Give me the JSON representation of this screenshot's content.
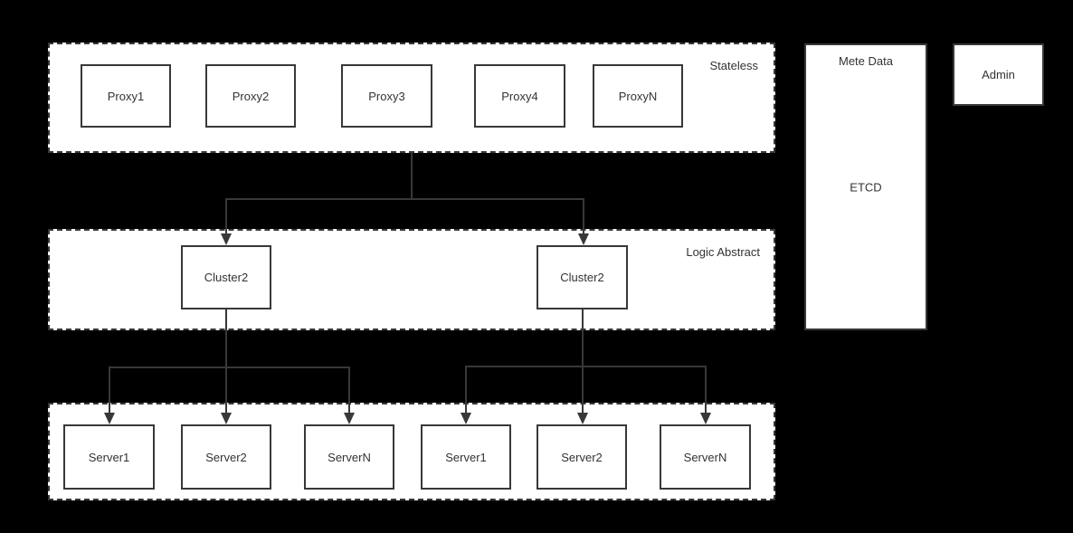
{
  "colors": {
    "background": "#000000",
    "panel_fill": "#ffffff",
    "line": "#383838",
    "text": "#333333"
  },
  "stateless_group": {
    "label": "Stateless",
    "proxies": [
      "Proxy1",
      "Proxy2",
      "Proxy3",
      "Proxy4",
      "ProxyN"
    ]
  },
  "logic_group": {
    "label": "Logic Abstract",
    "clusters": [
      "Cluster2",
      "Cluster2"
    ]
  },
  "server_group": {
    "left": [
      "Server1",
      "Server2",
      "ServerN"
    ],
    "right": [
      "Server1",
      "Server2",
      "ServerN"
    ]
  },
  "meta_box": {
    "label": "Mete Data",
    "content": "ETCD"
  },
  "admin_box": {
    "label": "Admin"
  }
}
